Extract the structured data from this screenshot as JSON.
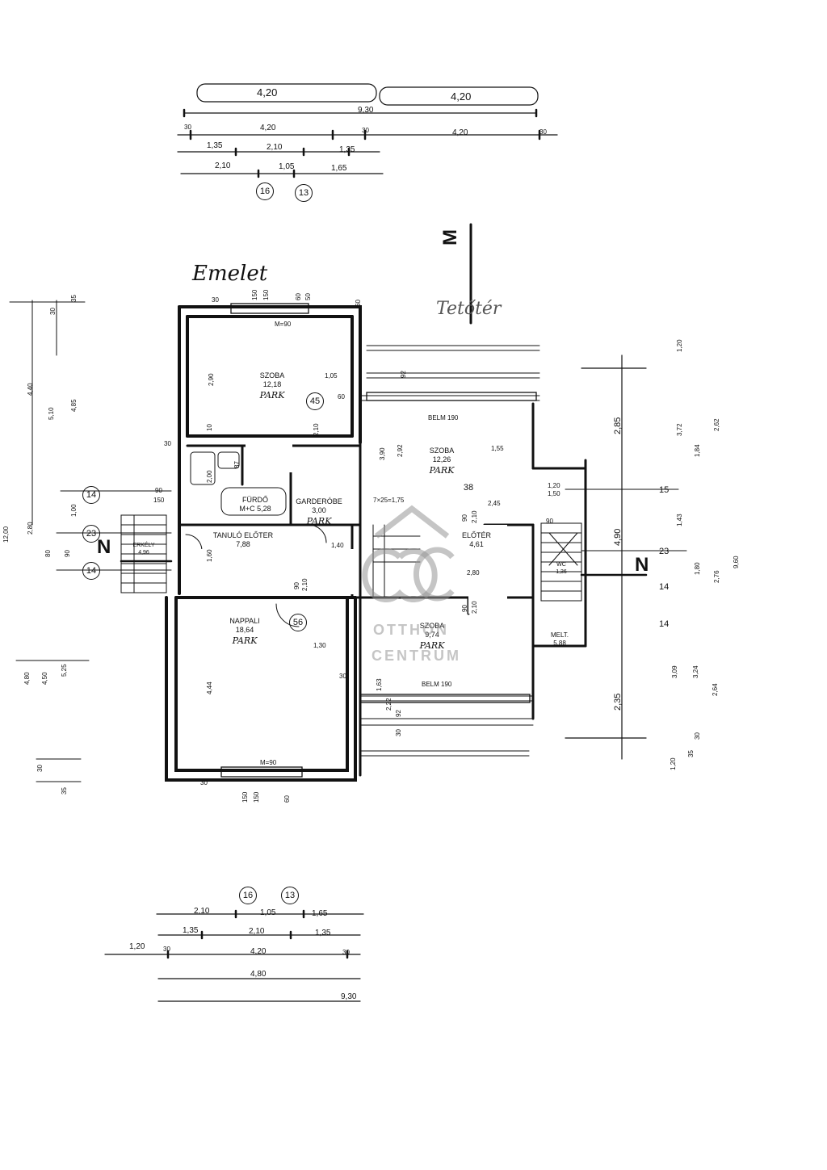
{
  "title_hand": "Emelet",
  "tetoter_hand": "Tetőtér",
  "section_labels": {
    "m": "M",
    "n_left": "N",
    "n_right": "N"
  },
  "top_dims": {
    "row1_left": "4,20",
    "row1_right": "4,20",
    "row2_total": "9,30",
    "row3": [
      "30",
      "4,20",
      "30",
      "4,20",
      "30"
    ],
    "row4": [
      "1,35",
      "2,10",
      "1,35"
    ],
    "row5": [
      "2,10",
      "1,05",
      "1,65"
    ],
    "axes": [
      "16",
      "13"
    ]
  },
  "bottom_dims": {
    "axes": [
      "16",
      "13"
    ],
    "row1": [
      "2,10",
      "1,05",
      "1,65"
    ],
    "row2": [
      "1,35",
      "2,10",
      "1,35"
    ],
    "row3": [
      "1,20",
      "30",
      "4,20",
      "30"
    ],
    "row4": [
      "4,80"
    ],
    "row5": [
      "9,30"
    ]
  },
  "rooms": {
    "szoba1": {
      "name": "SZOBA",
      "area": "12,18",
      "floor": "PARK"
    },
    "szoba2": {
      "name": "SZOBA",
      "area": "12,26",
      "floor": "PARK"
    },
    "szoba3": {
      "name": "SZOBA",
      "area": "9,74",
      "floor": "PARK"
    },
    "furdo": {
      "name": "FÜRDŐ",
      "area": "5,28",
      "floor": "M+C"
    },
    "garderobe": {
      "name": "GARDERÓBE",
      "area": "3,00",
      "floor": "PARK"
    },
    "tanulo": {
      "name": "TANULÓ ELŐTER",
      "area": "7,88"
    },
    "eloter": {
      "name": "ELŐTÉR",
      "area": "4,61"
    },
    "nappali": {
      "name": "NAPPALI",
      "area": "18,64",
      "floor": "PARK"
    },
    "erkely": {
      "name": "ERKÉLY",
      "area": "4,96"
    },
    "wc": {
      "name": "WC",
      "area": "1,36"
    },
    "melt": {
      "name": "MELT.",
      "area": "5,88"
    }
  },
  "plan_labels": {
    "belm_top": "BELM 190",
    "belm_bottom": "BELM 190",
    "window_top": "M=90",
    "window_bottom": "M=90",
    "stair": "7×25=1,75",
    "circle_45": "45",
    "circle_38": "38",
    "circle_56": "56",
    "axis_14a": "14",
    "axis_23": "23",
    "axis_14b": "14",
    "axis_15r": "15",
    "axis_23r": "23",
    "axis_14r": "14",
    "axis_14r2": "14"
  },
  "inner_dims": [
    "2,90",
    "1,05",
    "60",
    "10",
    "2,10",
    "30",
    "87",
    "2,00",
    "90",
    "150",
    "1,40",
    "1,60",
    "90",
    "2,10",
    "3,90",
    "2,92",
    "1,55",
    "90",
    "2,10",
    "2,45",
    "1,20",
    "1,50",
    "2,80",
    "90",
    "2,10",
    "90",
    "1,30",
    "4,44",
    "30",
    "1,63",
    "2,22",
    "92",
    "30",
    "60",
    "92",
    "150",
    "150",
    "60",
    "50",
    "150",
    "60",
    "30",
    "150",
    "30"
  ],
  "left_dims": [
    "35",
    "30",
    "4,40",
    "5,10",
    "4,85",
    "12,00",
    "2,80",
    "1,00",
    "80",
    "90",
    "4,80",
    "4,50",
    "5,25",
    "30",
    "35"
  ],
  "right_dims": [
    "2,85",
    "4,90",
    "2,35",
    "1,20",
    "3,72",
    "2,62",
    "1,84",
    "1,43",
    "1,80",
    "3,09",
    "3,24",
    "2,64",
    "9,60",
    "2,76",
    "1,20",
    "35",
    "30"
  ],
  "watermark": {
    "line1": "OTTHON",
    "line2": "CENTRUM",
    "logo": "OC"
  }
}
